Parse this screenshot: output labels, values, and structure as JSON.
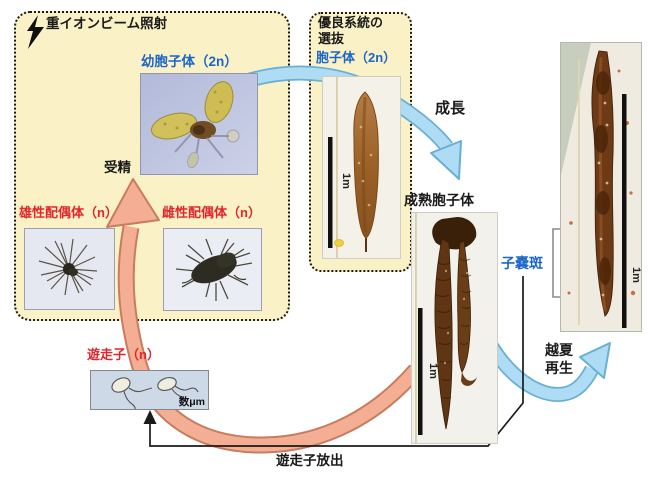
{
  "colors": {
    "box_fill": "#FAF2C6",
    "cycle_arrow": "#F4AE94",
    "cycle_arrow_outline": "#C97C5D",
    "growth_arrow": "#AEDCF4",
    "growth_arrow_outline": "#69AFD4",
    "label_blue": "#1B66C9",
    "label_red": "#E2252B"
  },
  "icons": {
    "irradiation": "lightning-bolt-icon"
  },
  "irradiation_box": {
    "title": "重イオンビーム照射",
    "young_sporophyte": "幼胞子体（2n）",
    "fertilization": "受精",
    "male_gametophyte": "雄性配偶体（n）",
    "female_gametophyte": "雌性配偶体（n）"
  },
  "selection_box": {
    "title": "優良系統の選抜",
    "sporophyte": "胞子体（2n）",
    "scale": "1m"
  },
  "lifecycle": {
    "growth": "成長",
    "mature_sporophyte": "成熟胞子体",
    "mature_scale": "1m",
    "sorus": "子嚢斑",
    "oversummer_regen": "越夏\n再生",
    "regrown_scale": "1m",
    "zoospore": "遊走子（n）",
    "zoospore_scale": "数μm",
    "zoospore_release": "遊走子放出"
  }
}
